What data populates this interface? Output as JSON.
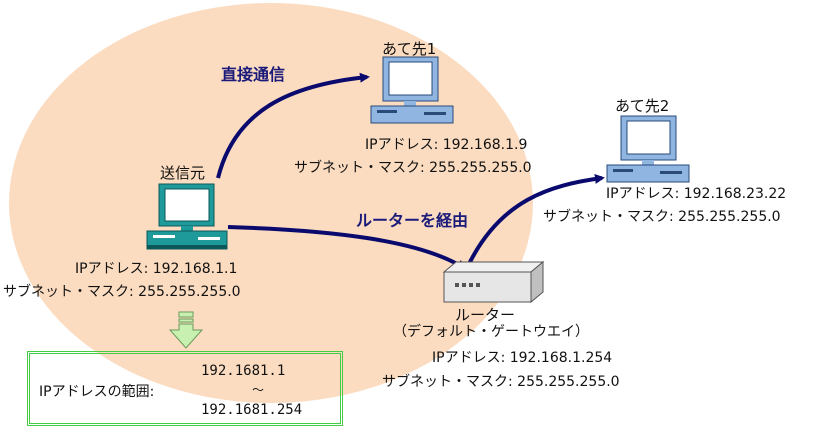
{
  "colors": {
    "zone_fill": "#fbdcc0",
    "arrow": "#0a0a6e",
    "pc_teal": "#1f9a9a",
    "pc_blue": "#8fb5e0",
    "range_border": "#44cc44",
    "down_arrow": "#c8f0b0"
  },
  "icons": [
    "computer-icon",
    "router-icon",
    "down-arrow-icon"
  ],
  "labels": {
    "direct": "直接通信",
    "via_router": "ルーターを経由"
  },
  "source": {
    "title": "送信元",
    "ip": "IPアドレス: 192.168.1.1",
    "mask": "サブネット・マスク: 255.255.255.0"
  },
  "dest1": {
    "title": "あて先1",
    "ip": "IPアドレス: 192.168.1.9",
    "mask": "サブネット・マスク: 255.255.255.0"
  },
  "dest2": {
    "title": "あて先2",
    "ip": "IPアドレス: 192.168.23.22",
    "mask": "サブネット・マスク: 255.255.255.0"
  },
  "router": {
    "title": "ルーター",
    "subtitle": "（デフォルト・ゲートウエイ）",
    "ip": "IPアドレス: 192.168.1.254",
    "mask": "サブネット・マスク: 255.255.255.0"
  },
  "range": {
    "label": "IPアドレスの範囲:",
    "start": "192.1681.1",
    "tilde": "〜",
    "end": "192.1681.254"
  }
}
